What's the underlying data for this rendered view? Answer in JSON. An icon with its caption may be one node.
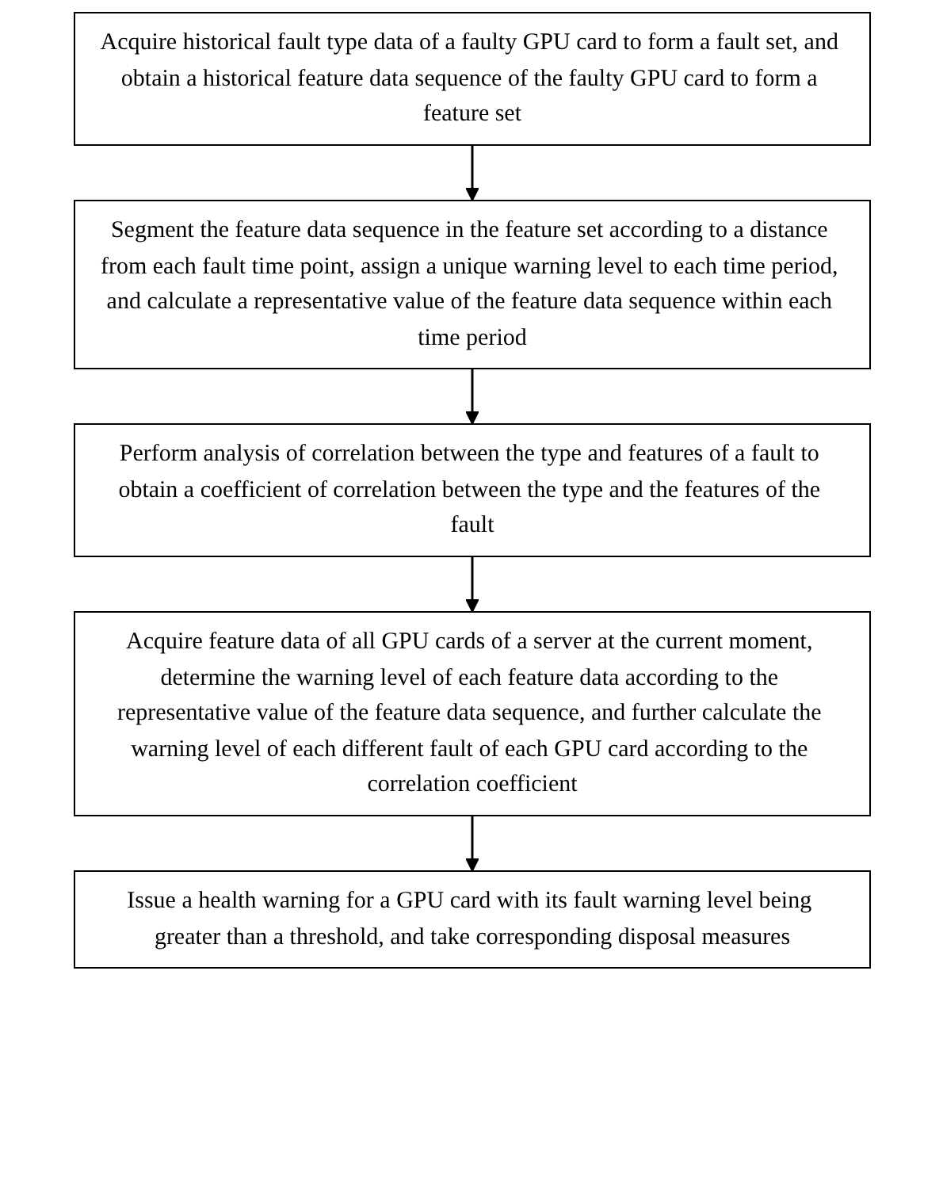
{
  "diagram": {
    "nodes": [
      {
        "text": [
          "Acquire historical fault type data of a faulty GPU card to form a fault set, and obtain a historical feature data sequence of the faulty GPU card to form a feature set"
        ]
      },
      {
        "text": [
          "Segment the feature data sequence in the feature set according to a distance from each fault time point, assign a unique warning level to each time period, and calculate a representative value of the feature data sequence within each time period"
        ]
      },
      {
        "text": [
          "Perform analysis of correlation between the type and features of a fault to obtain a coefficient of correlation between the type and the features of the fault"
        ]
      },
      {
        "text": [
          "Acquire feature data of all GPU cards of a server at the current moment, determine the warning level of each feature data according to the representative value of the feature data sequence, and further calculate the warning level of each different fault of each GPU card according to the correlation coefficient"
        ]
      },
      {
        "text": [
          "Issue a health warning for a GPU card with its fault warning level being greater than a threshold, and take corresponding disposal measures"
        ]
      }
    ],
    "edges": [
      {
        "from": 0,
        "to": 1,
        "arrow": "to"
      },
      {
        "from": 1,
        "to": 2,
        "arrow": "to"
      },
      {
        "from": 2,
        "to": 3,
        "arrow": "to"
      },
      {
        "from": 3,
        "to": 4,
        "arrow": "to"
      }
    ]
  }
}
